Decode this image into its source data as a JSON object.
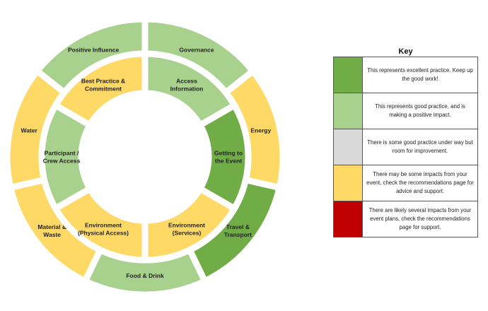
{
  "colors": {
    "excellent": "#70ad47",
    "good": "#a9d18e",
    "some": "#d9d9d9",
    "impacts": "#ffd966",
    "several": "#c00000"
  },
  "wheel": {
    "outer": [
      {
        "label": "Positive Influence",
        "rating": "good"
      },
      {
        "label": "Water",
        "rating": "impacts"
      },
      {
        "label": "Material &\nWaste",
        "rating": "impacts"
      },
      {
        "label": "Food & Drink",
        "rating": "good"
      },
      {
        "label": "Travel &\nTransport",
        "rating": "excellent"
      },
      {
        "label": "Energy",
        "rating": "impacts"
      },
      {
        "label": "Governance",
        "rating": "good"
      }
    ],
    "inner": [
      {
        "label": "Best Practice &\nCommitment",
        "rating": "impacts"
      },
      {
        "label": "Participant /\nCrew Access",
        "rating": "good"
      },
      {
        "label": "Environment\n(Physical Access)",
        "rating": "impacts"
      },
      {
        "label": "Environment\n(Services)",
        "rating": "impacts"
      },
      {
        "label": "Getting to\nthe Event",
        "rating": "excellent"
      },
      {
        "label": "Access\nInformation",
        "rating": "good"
      }
    ]
  },
  "key": {
    "title": "Key",
    "rows": [
      {
        "rating": "excellent",
        "text": "This represents excellent practice. Keep up the good work!"
      },
      {
        "rating": "good",
        "text": "This represents good practice, and is making a positive impact."
      },
      {
        "rating": "some",
        "text": "There is some good practice under way but room for improvement."
      },
      {
        "rating": "impacts",
        "text": "There may be some impacts from your event, check the recommendations page for advice and support."
      },
      {
        "rating": "several",
        "text": "There are likely several impacts from your event plans, check the recommendations page for support."
      }
    ]
  }
}
